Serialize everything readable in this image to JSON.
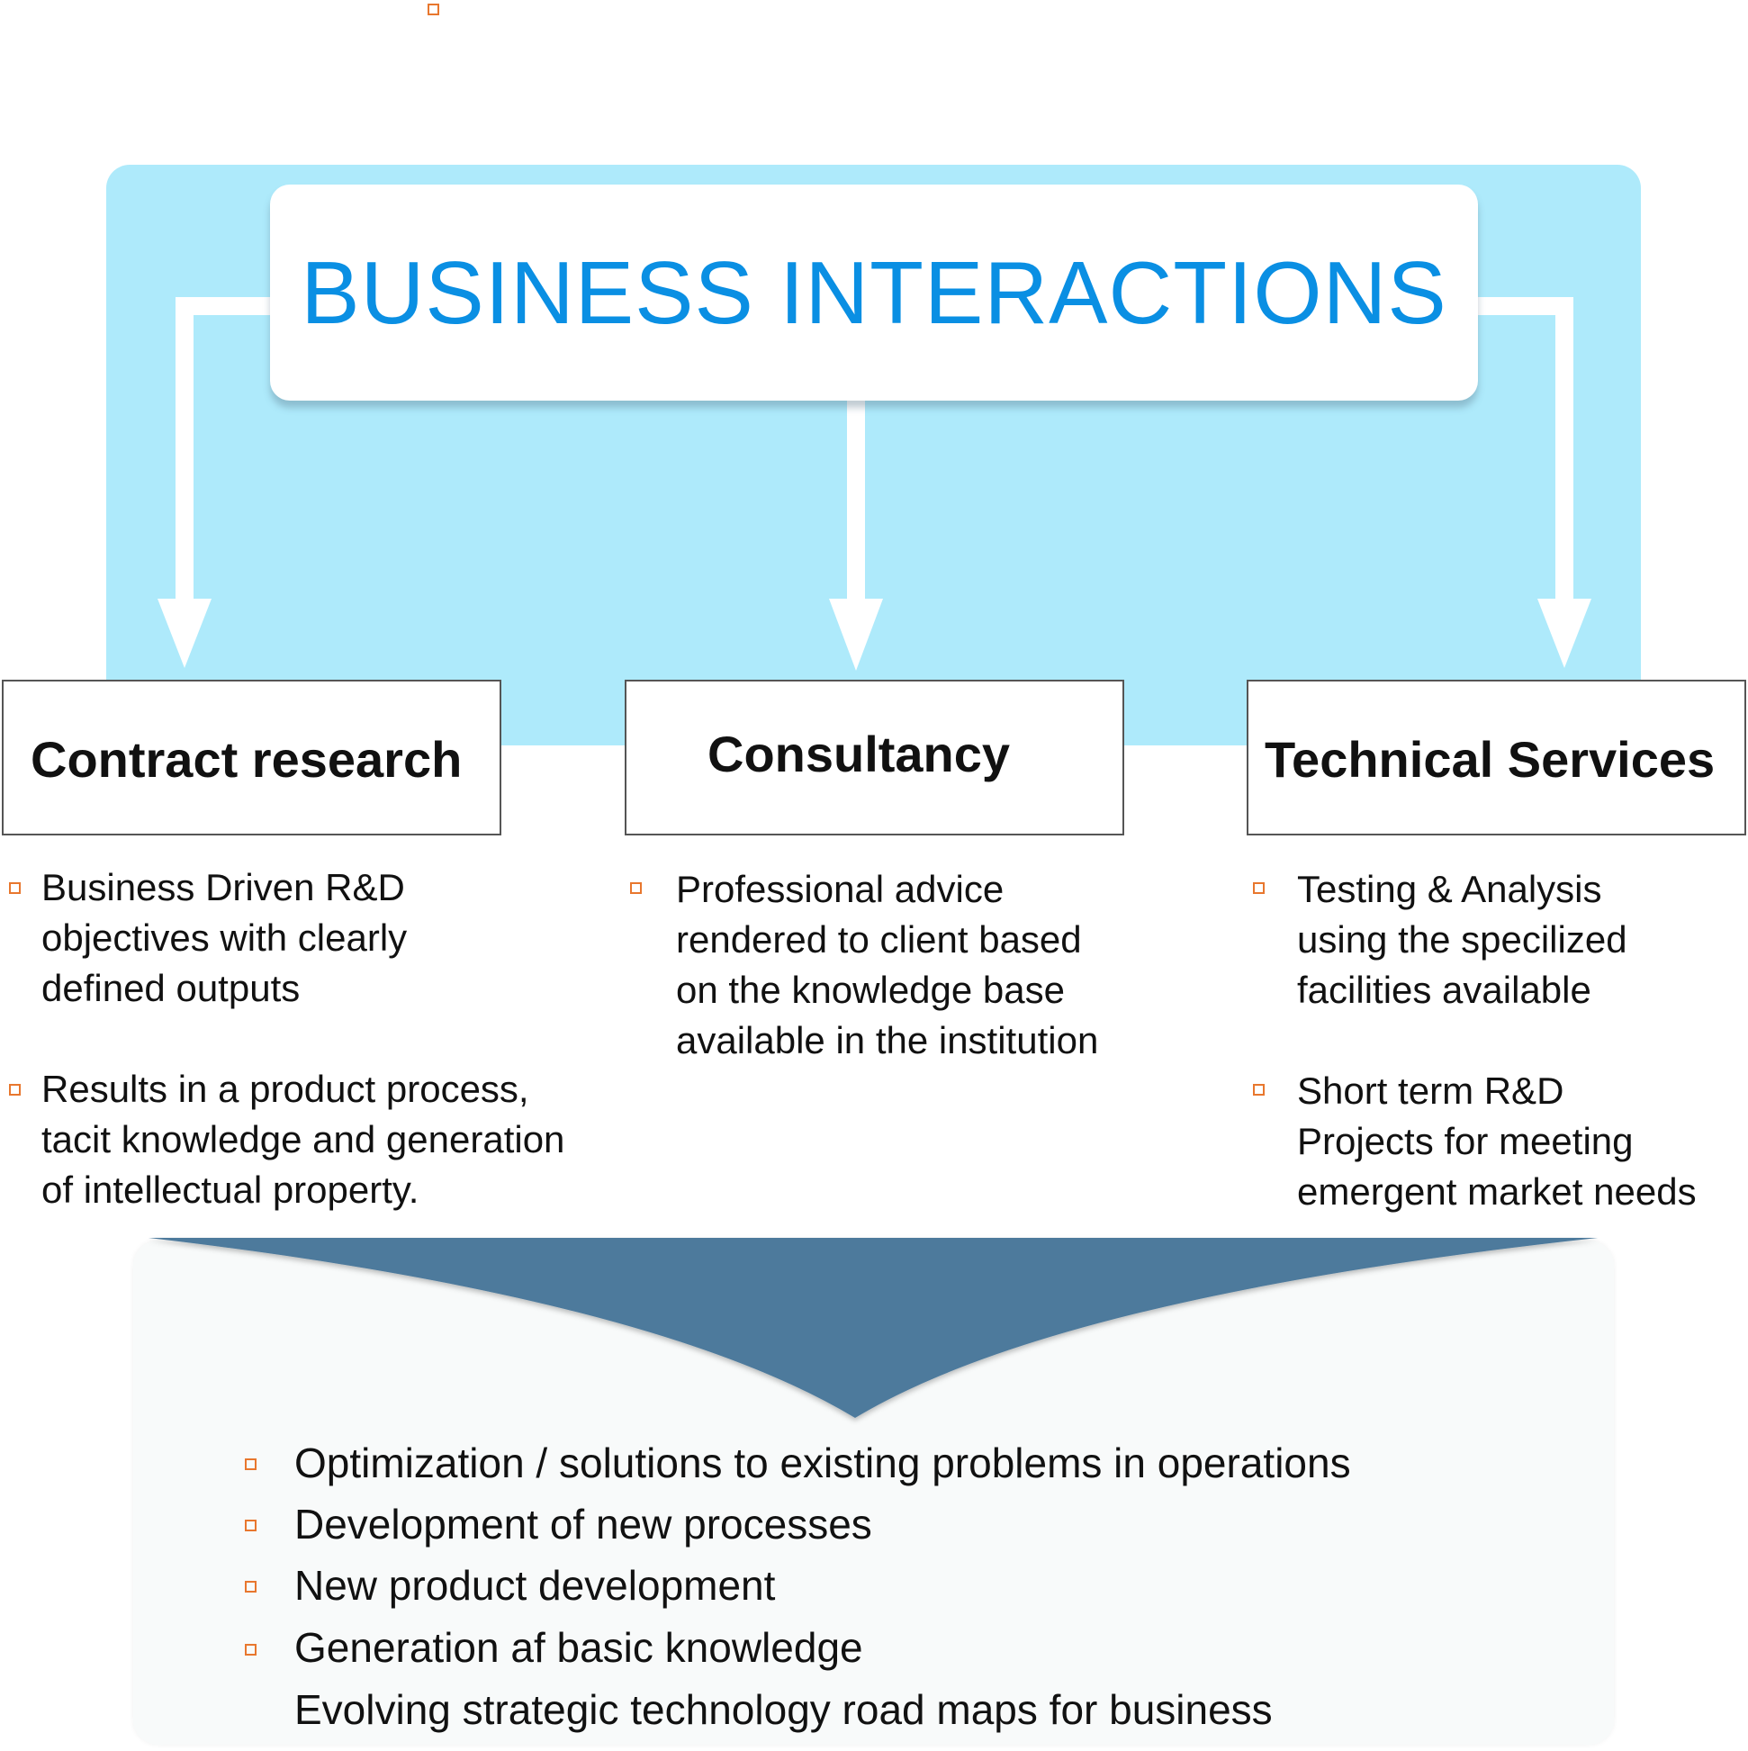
{
  "title": "BUSINESS INTERACTIONS",
  "categories": [
    {
      "label": "Contract research",
      "items": [
        [
          "Business Driven R&D",
          "objectives with clearly",
          "defined outputs"
        ],
        [
          "Results in a product process,",
          "tacit knowledge and generation",
          "of intellectual property."
        ]
      ]
    },
    {
      "label": "Consultancy",
      "items": [
        [
          "Professional advice",
          "rendered to client based",
          "on the knowledge base",
          "available in the institution"
        ]
      ]
    },
    {
      "label": "Technical Services",
      "items": [
        [
          "Testing & Analysis",
          "using the specilized",
          "facilities available"
        ],
        [
          "Short term R&D",
          "Projects for meeting",
          "emergent market needs"
        ]
      ]
    }
  ],
  "outcomes": [
    "Optimization / solutions to existing problems in operations",
    "Development of new processes",
    "New product development",
    "Generation af basic knowledge",
    "Evolving strategic technology road maps for business"
  ],
  "colors": {
    "panel": "#aeeafb",
    "title": "#0a8fe3",
    "bullet": "#e8772e",
    "funnel": "#4e7a9c"
  }
}
